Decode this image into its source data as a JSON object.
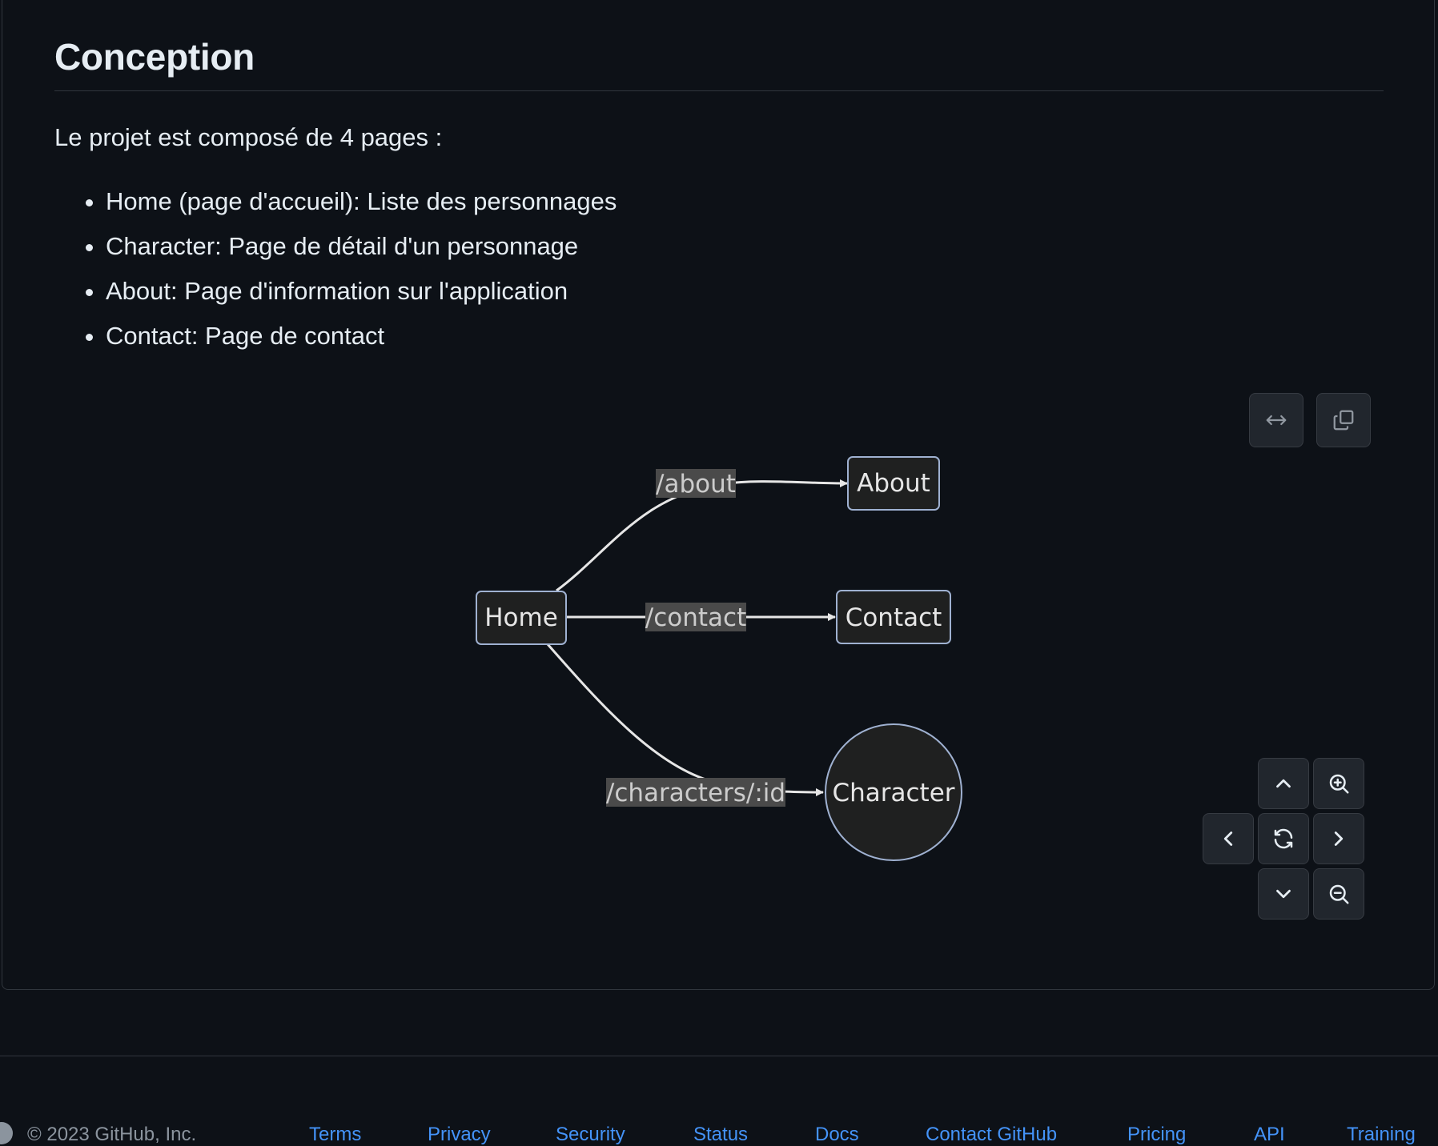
{
  "section": {
    "title": "Conception",
    "intro": "Le projet est composé de 4 pages :",
    "pages": [
      "Home (page d'accueil): Liste des personnages",
      "Character: Page de détail d'un personnage",
      "About: Page d'information sur l'application",
      "Contact: Page de contact"
    ]
  },
  "diagram": {
    "nodes": {
      "home": "Home",
      "about": "About",
      "contact": "Contact",
      "character": "Character"
    },
    "edges": {
      "about": "/about",
      "contact": "/contact",
      "character": "/characters/:id"
    },
    "colors": {
      "node_fill": "#1f2020",
      "node_stroke": "#9fb1d1",
      "edge": "#e6e6e6",
      "edge_label_bg": "#4a4a4a"
    }
  },
  "controls": {
    "fullscreen_icon": "arrows-horizontal-icon",
    "copy_icon": "copy-icon",
    "pan_up_icon": "chevron-up-icon",
    "pan_down_icon": "chevron-down-icon",
    "pan_left_icon": "chevron-left-icon",
    "pan_right_icon": "chevron-right-icon",
    "reset_icon": "sync-icon",
    "zoom_in_icon": "zoom-in-icon",
    "zoom_out_icon": "zoom-out-icon"
  },
  "footer": {
    "copyright": "© 2023 GitHub, Inc.",
    "links": [
      "Terms",
      "Privacy",
      "Security",
      "Status",
      "Docs",
      "Contact GitHub",
      "Pricing",
      "API",
      "Training"
    ]
  }
}
